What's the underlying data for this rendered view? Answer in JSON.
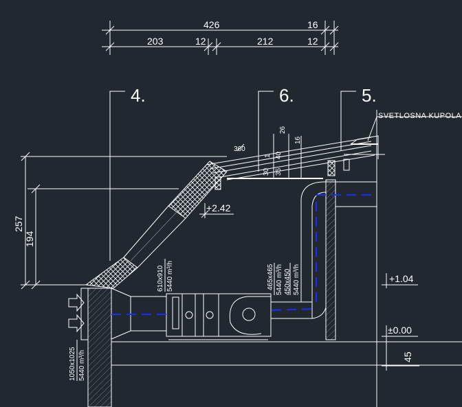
{
  "dimensions_top": {
    "total": "426",
    "total_right": "16",
    "seg1": "203",
    "seg2": "12",
    "seg3": "212",
    "seg4": "12"
  },
  "sections": [
    "4.",
    "6.",
    "5."
  ],
  "labels": {
    "skylight": "SVETLOSNA KUPOLA"
  },
  "roof_dims": {
    "angle": "360",
    "d26": "26",
    "d16": "16",
    "d1": "1",
    "d30": "30",
    "d40": "40",
    "d35": "35"
  },
  "levels": {
    "l242": "+2.42",
    "l104": "+1.04",
    "l000": "±0.00",
    "l45": "45"
  },
  "left_dims": {
    "d257": "257",
    "d194": "194"
  },
  "ducts": {
    "intake_size": "1050x1025",
    "intake_flow": "5440 m³/h",
    "unit_size": "610x910",
    "unit_flow": "5440 m³/h",
    "fan_out_size": "465x465",
    "fan_out_flow": "5440 m³/h",
    "riser_size": "450x450",
    "riser_flow": "5440 m³/h"
  },
  "colors": {
    "background": "#212830",
    "lines": "#ffffff",
    "axis": "#1a2cff"
  }
}
